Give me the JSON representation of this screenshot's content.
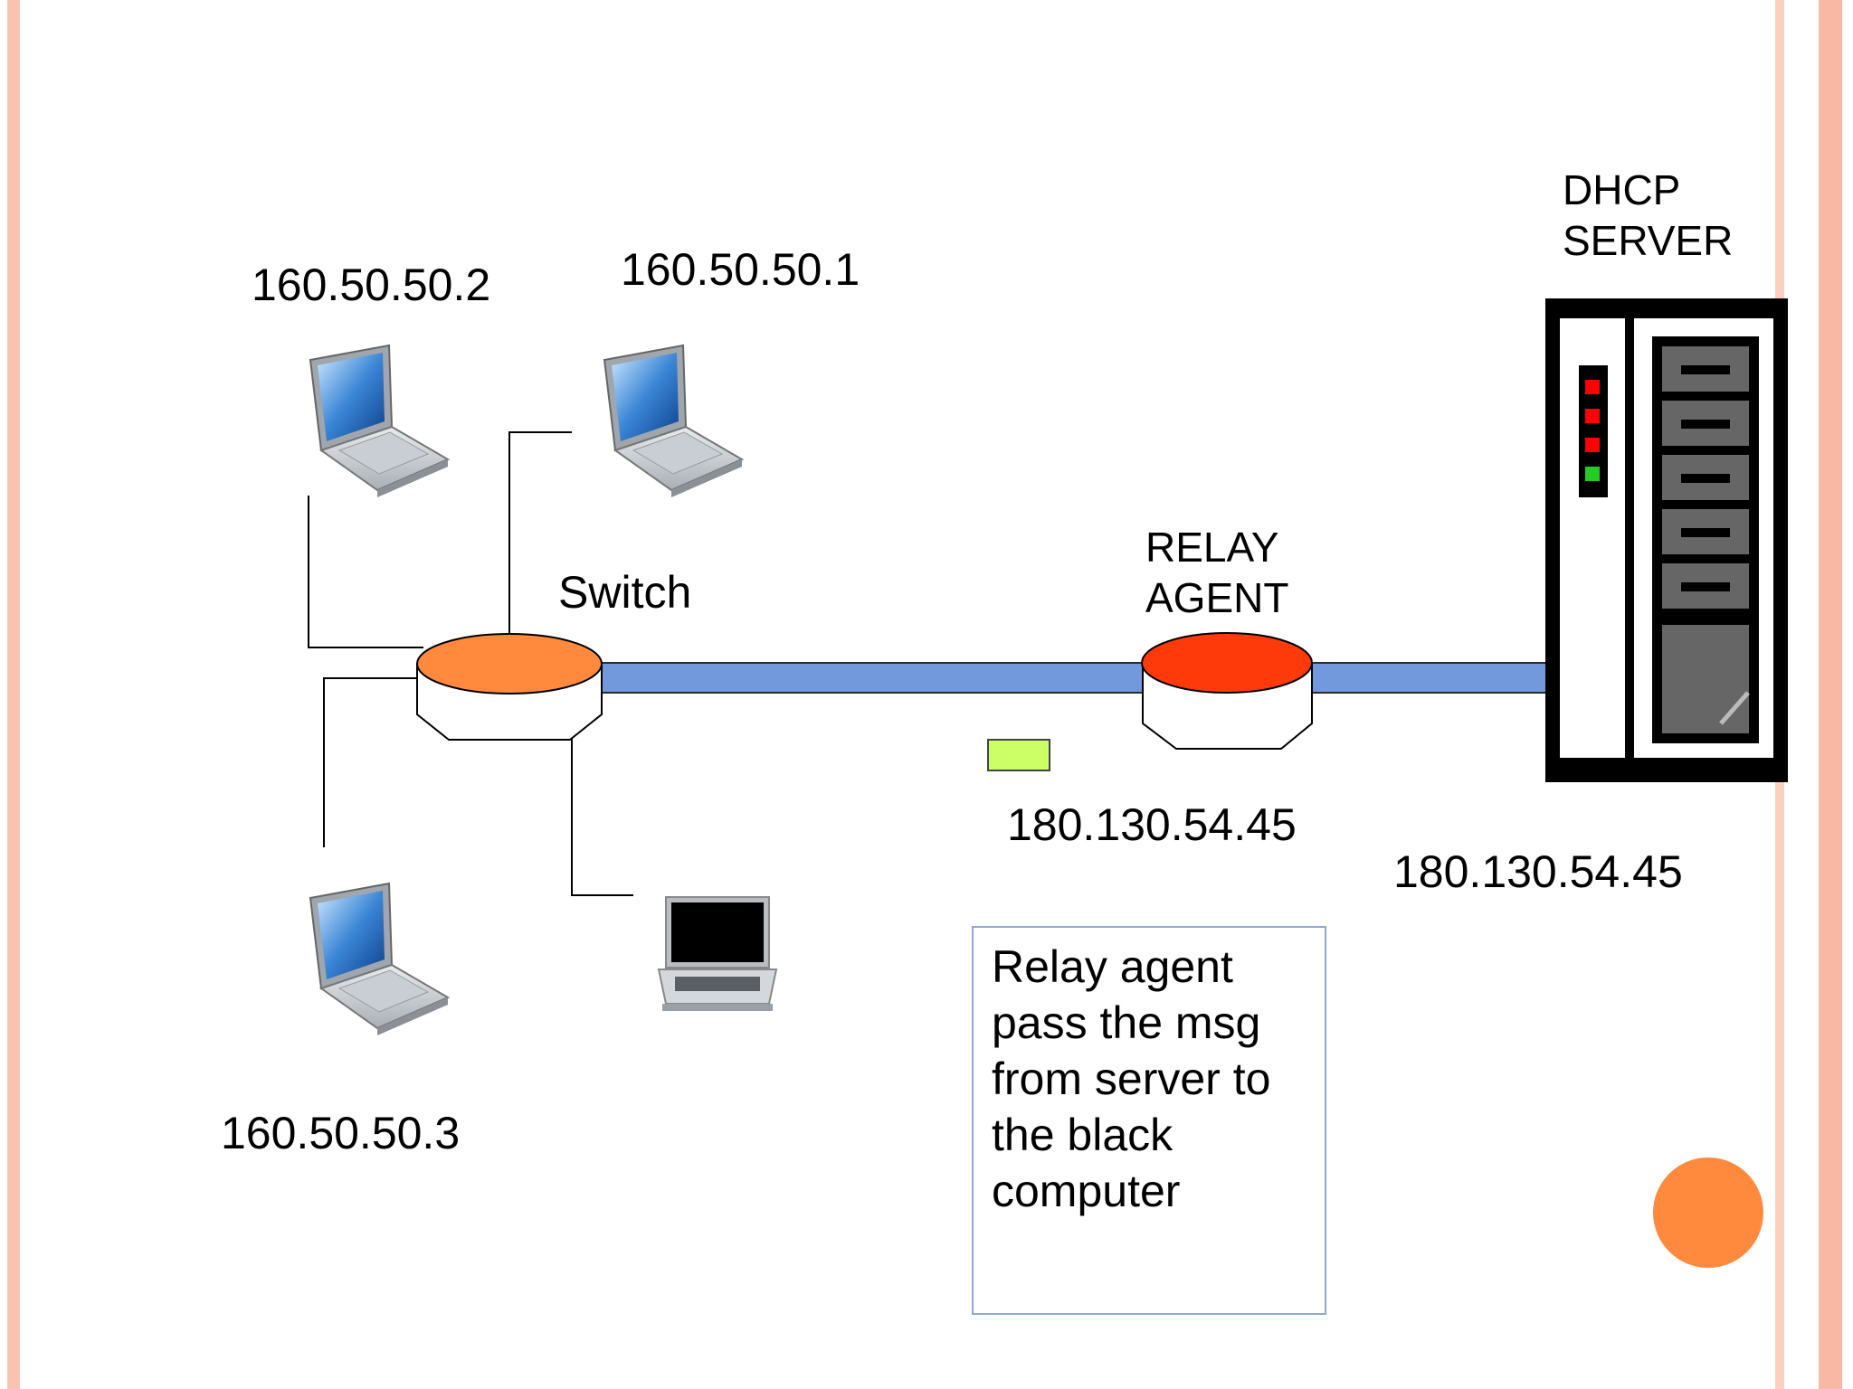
{
  "labels": {
    "laptop_top_left_ip": "160.50.50.2",
    "laptop_top_right_ip": "160.50.50.1",
    "laptop_bottom_left_ip": "160.50.50.3",
    "switch": "Switch",
    "relay_agent": "RELAY\nAGENT",
    "relay_ip": "180.130.54.45",
    "server_ip": "180.130.54.45",
    "dhcp_server": "DHCP\nSERVER"
  },
  "note": {
    "text": "Relay agent\npass the msg\nfrom server to\nthe  black\ncomputer"
  },
  "colors": {
    "switch_top": "#ff8a3d",
    "relay_top": "#ff3a0a",
    "network_line": "#7399dd",
    "packet": "#ccff66",
    "accent_circle": "#ff8a3d",
    "frame_stripe": "#f9b8a4",
    "server_led_red": "#ff0000",
    "server_led_green": "#22cc22"
  },
  "icons": {
    "laptop_top_left": "laptop-icon",
    "laptop_top_right": "laptop-icon",
    "laptop_bottom_left": "laptop-icon",
    "laptop_black": "black-laptop-icon",
    "switch": "switch-icon",
    "relay": "router-icon",
    "server": "server-icon"
  }
}
